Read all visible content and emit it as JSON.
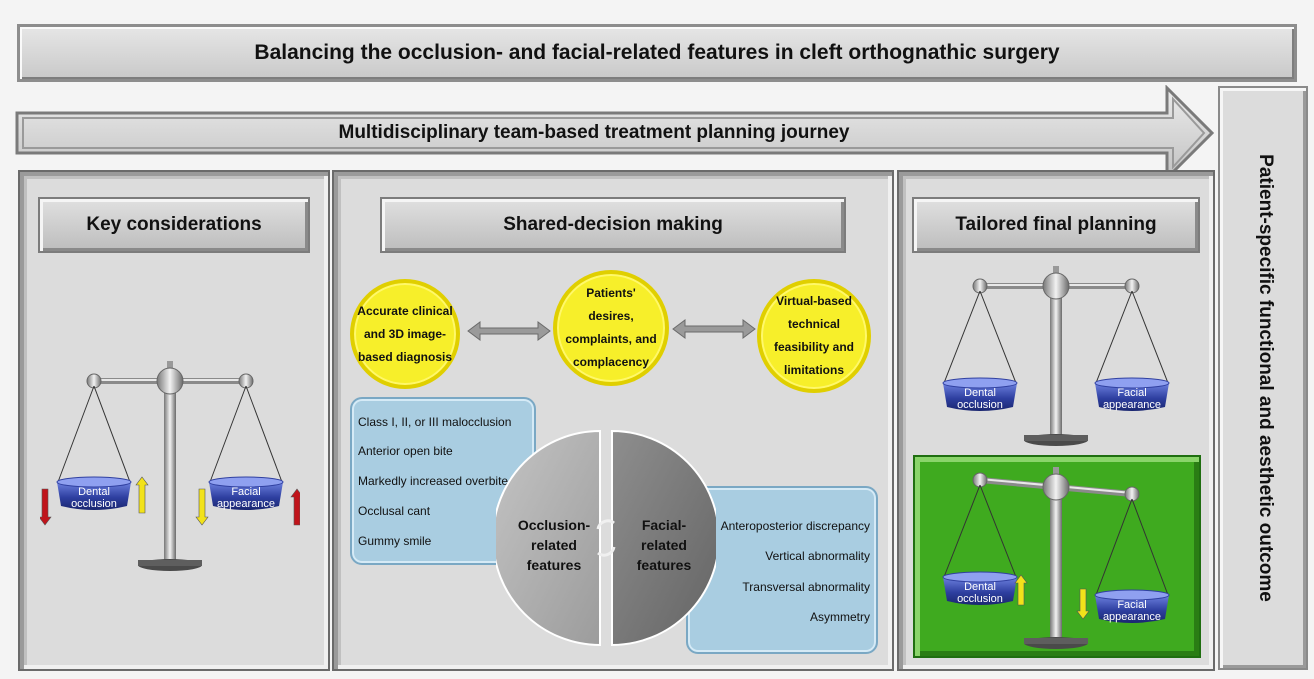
{
  "title": "Balancing the occlusion- and facial-related features in cleft orthognathic surgery",
  "journey": "Multidisciplinary team-based treatment planning journey",
  "outcome": "Patient-specific functional and aesthetic outcome",
  "panels": {
    "key": "Key considerations",
    "shared": "Shared-decision making",
    "tailored": "Tailored final planning"
  },
  "circles": [
    "Accurate clinical and 3D image-based diagnosis",
    "Patients' desires, complaints, and complacency",
    "Virtual-based technical feasibility and limitations"
  ],
  "occlusion_features": [
    "Class I, II, or III malocclusion",
    "Anterior open bite",
    "Markedly increased overbite",
    "Occlusal cant",
    "Gummy smile"
  ],
  "facial_features": [
    "Anteroposterior discrepancy",
    "Vertical abnormality",
    "Transversal abnormality",
    "Asymmetry"
  ],
  "disc": {
    "left": "Occlusion-related features",
    "right": "Facial-related features"
  },
  "pans": {
    "dental": "Dental occlusion",
    "facial": "Facial appearance"
  },
  "colors": {
    "yellow_circle": "#f7ef2a",
    "blue_box": "#a9cde1",
    "green_panel": "#3faa1f",
    "arrow_red": "#c0141b",
    "arrow_yellow": "#f2e21a",
    "pan_blue": "#3a4fb4"
  }
}
